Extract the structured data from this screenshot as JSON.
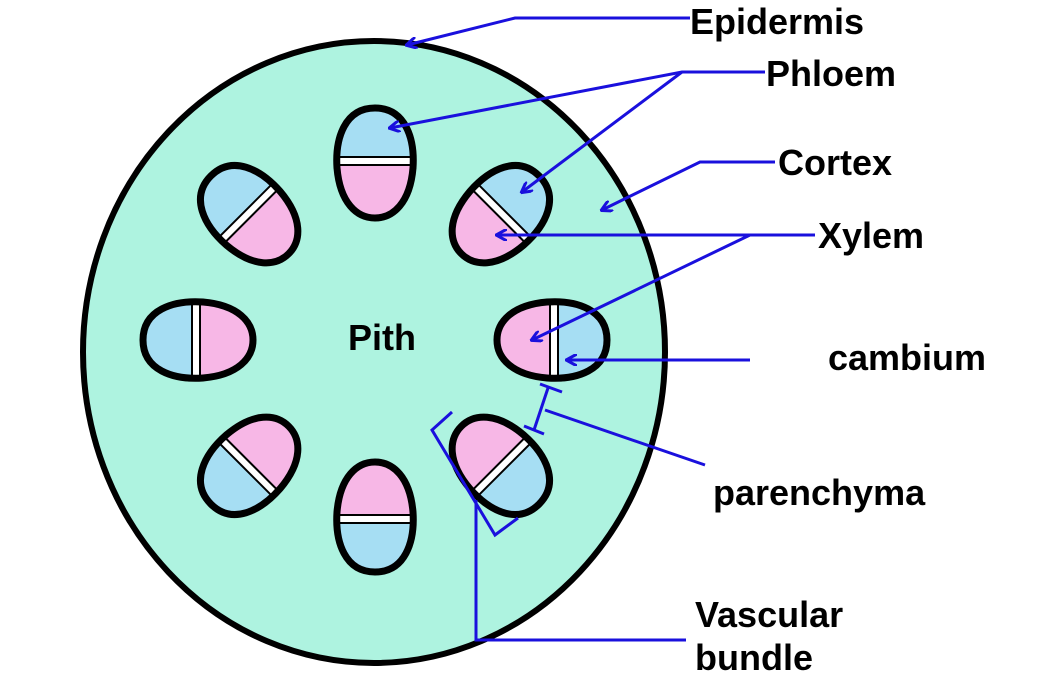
{
  "title": "Stem cross section",
  "labels": {
    "epidermis": "Epidermis",
    "phloem": "Phloem",
    "cortex": "Cortex",
    "xylem": "Xylem",
    "cambium": "cambium",
    "parenchyma": "parenchyma",
    "vascular_bundle_1": "Vascular",
    "vascular_bundle_2": "bundle",
    "pith": "Pith"
  },
  "colors": {
    "cortex": "#aef3e0",
    "phloem": "#a6def3",
    "xylem": "#f7b7e6",
    "arrow": "#1a10dd",
    "outline": "#000000"
  },
  "bundle_count": 8
}
